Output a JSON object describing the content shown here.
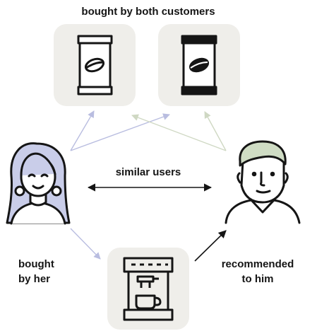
{
  "title": "bought by both customers",
  "similar_users_label": "similar users",
  "bought_by_her": {
    "line1": "bought",
    "line2": "by her"
  },
  "recommended_to_him": {
    "line1": "recommended",
    "line2": "to him"
  },
  "colors": {
    "tile_bg": "#efeeea",
    "woman_arrow": "#b9bde0",
    "man_arrow": "#cfd8c3",
    "woman_hair": "#c9cde9",
    "man_hair": "#cfdcc4",
    "ink": "#151515"
  },
  "icons": [
    "coffee-bag-light-icon",
    "coffee-bag-dark-icon",
    "coffee-machine-icon",
    "woman-icon",
    "man-icon"
  ]
}
